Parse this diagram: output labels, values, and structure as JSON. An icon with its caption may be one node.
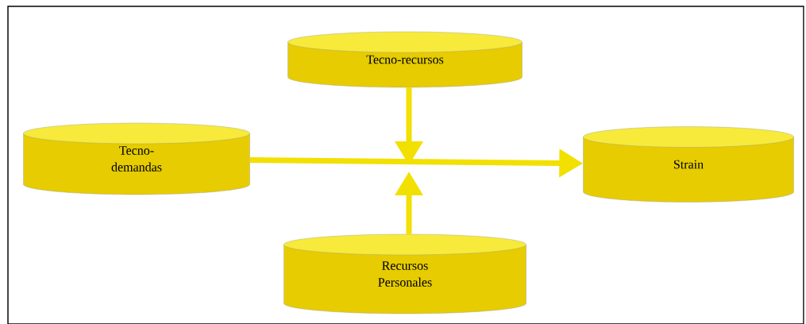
{
  "diagram": {
    "nodes": [
      {
        "text": [
          "Tecno-recursos"
        ]
      },
      {
        "text": [
          "Tecno-demandas"
        ]
      },
      {
        "text": [
          "Strain"
        ]
      },
      {
        "text": [
          "Recursos Personales"
        ]
      }
    ],
    "edges": [
      {
        "from": 1,
        "to": 2,
        "arrow": "to"
      },
      {
        "from": 0,
        "to": null,
        "arrow": "to"
      },
      {
        "from": 3,
        "to": null,
        "arrow": "to"
      }
    ]
  }
}
